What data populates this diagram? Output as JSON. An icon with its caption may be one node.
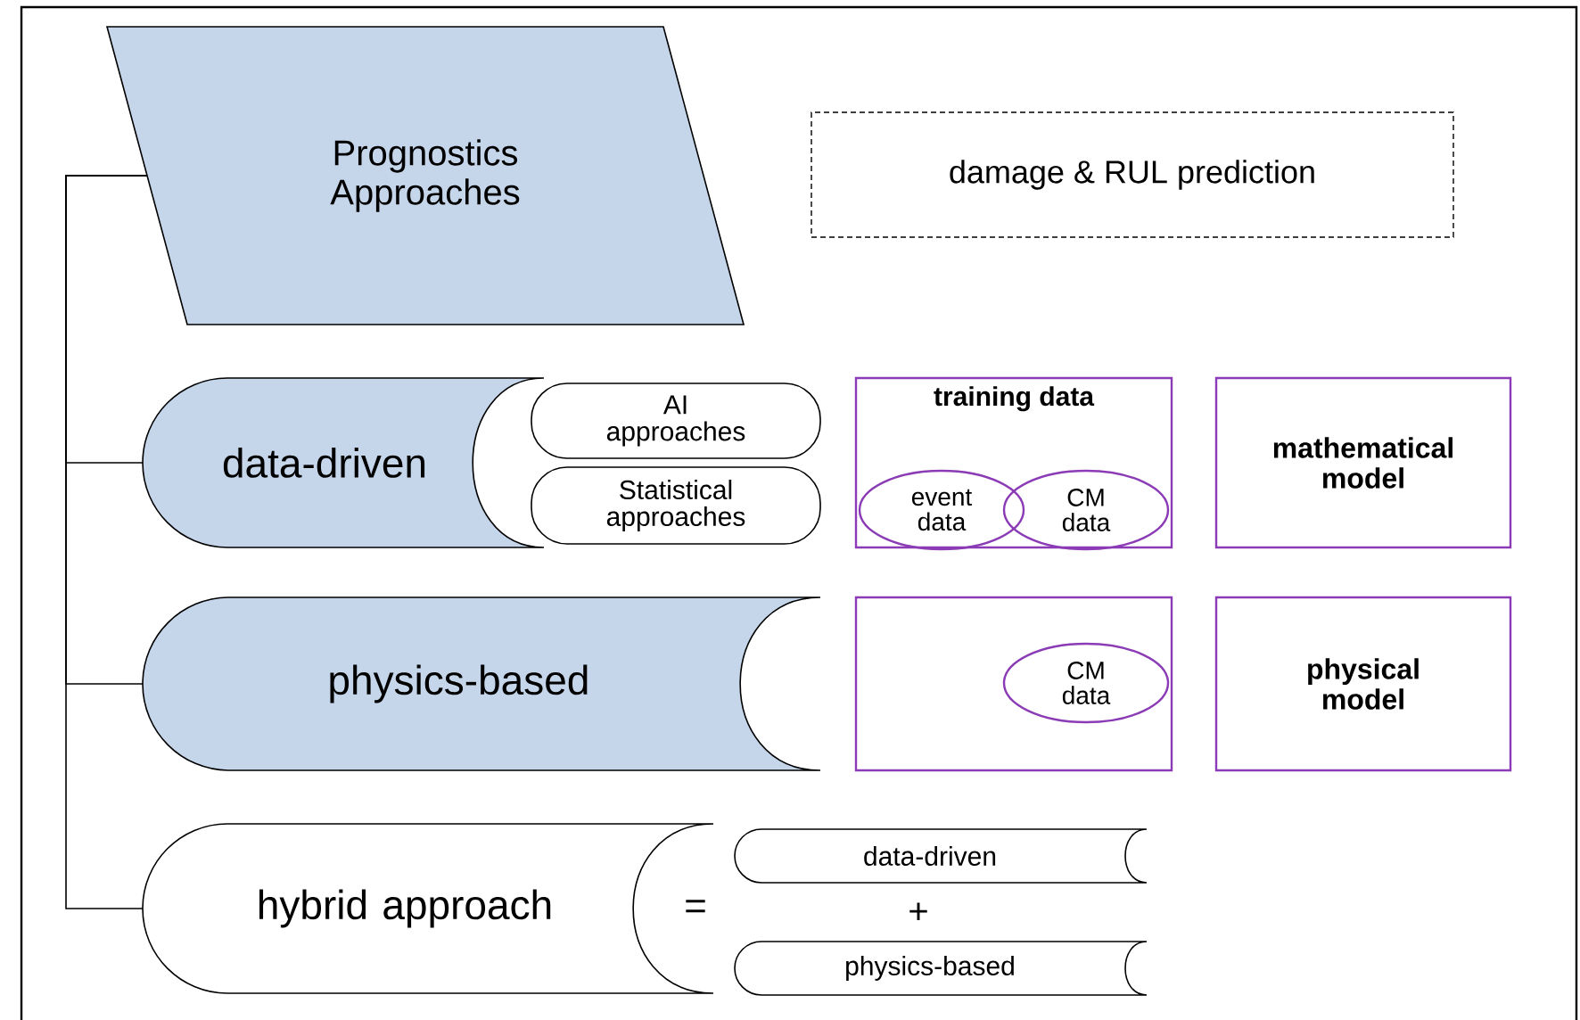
{
  "diagram": {
    "nodes": [
      {
        "text": [
          "Prognostics Approaches"
        ]
      },
      {
        "text": [
          "damage & RUL prediction"
        ]
      },
      {
        "text": [
          "data-driven"
        ]
      },
      {
        "text": [
          "AI approaches"
        ]
      },
      {
        "text": [
          "Statistical approaches"
        ]
      },
      {
        "text": [
          "training data"
        ]
      },
      {
        "text": [
          "event data"
        ],
        "in": 5
      },
      {
        "text": [
          "CM data"
        ],
        "in": 5
      },
      {
        "text": [
          "mathematical model"
        ]
      },
      {
        "text": [
          "physics-based"
        ]
      },
      {
        "text": [],
        "shape": "box"
      },
      {
        "text": [
          "CM data"
        ],
        "in": 10
      },
      {
        "text": [
          "physical model"
        ]
      },
      {
        "text": [
          "hybrid approach"
        ]
      },
      {
        "text": [
          "data-driven"
        ]
      },
      {
        "text": [
          "physics-based"
        ]
      }
    ],
    "edges": [
      {
        "from": 0,
        "to": 2,
        "arrow": "none"
      },
      {
        "from": 0,
        "to": 9,
        "arrow": "none"
      },
      {
        "from": 0,
        "to": 13,
        "arrow": "none"
      }
    ],
    "labels": [
      "=",
      "+"
    ]
  }
}
